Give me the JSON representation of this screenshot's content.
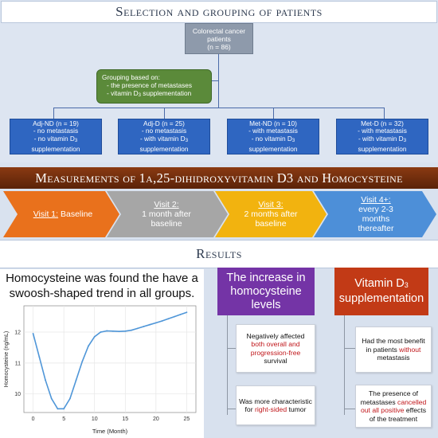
{
  "section1": {
    "title": "Selection and grouping of patients",
    "root": {
      "line1": "Colorectal cancer",
      "line2": "patients",
      "line3": "(n = 86)"
    },
    "grouping": {
      "line1": "Grouping based on:",
      "line2": "- the presence of metastases",
      "line3": "- vitamin D",
      "line3_sub": "3",
      "line3_tail": " supplementation"
    },
    "groups": [
      {
        "name": "Adj-ND (n = 19)",
        "l2": "- no metastasis",
        "l3": "- no vitamin D",
        "sub": "3",
        "l4": "supplementation"
      },
      {
        "name": "Adj-D (n = 25)",
        "l2": "- no metastasis",
        "l3": "- with vitamin D",
        "sub": "3",
        "l4": "supplementation"
      },
      {
        "name": "Met-ND (n = 10)",
        "l2": "- with metastasis",
        "l3": "- no vitamin D",
        "sub": "3",
        "l4": "supplementation"
      },
      {
        "name": "Met-D (n = 32)",
        "l2": "- with metastasis",
        "l3": "- with vitamin D",
        "sub": "3",
        "l4": "supplementation"
      }
    ]
  },
  "section2": {
    "title": "Measurements of 1α,25-dihidroxyvitamin D3 and Homocysteine",
    "visits": [
      {
        "label": "Visit 1:",
        "text": " Baseline",
        "color": "#e9711c"
      },
      {
        "label": "Visit 2:",
        "text": "1 month after baseline",
        "color": "#a6a6a6"
      },
      {
        "label": "Visit 3:",
        "text": "2 months after baseline",
        "color": "#f2b30f"
      },
      {
        "label": "Visit 4+:",
        "text": "every 2-3 months thereafter",
        "color": "#4d8fd8"
      }
    ]
  },
  "section3": {
    "title": "Results",
    "summary": "Homocysteine was found the have a swoosh-shaped trend in all groups.",
    "increase_title": "The increase in homocysteine levels",
    "vitd_title_a": "Vitamin D",
    "vitd_sub": "3",
    "vitd_title_b": "supplementation",
    "f1": {
      "a": "Negatively affected ",
      "red": "both overall and progression-free",
      "b": " survival"
    },
    "f2": {
      "a": "Was more characteristic for ",
      "red": "right-sided",
      "b": " tumor"
    },
    "f3": {
      "a": "Had the most benefit in patients ",
      "red": "without",
      "b": " metastasis"
    },
    "f4": {
      "a": "The presence of metastases ",
      "red": "cancelled out all positive",
      "b": " effects of the treatment"
    }
  },
  "chart_data": {
    "type": "line",
    "xlabel": "Time (Month)",
    "ylabel": "Homocysteine (ng/mL)",
    "xlim": [
      -1.5,
      26.5
    ],
    "ylim": [
      9.4,
      12.85
    ],
    "xticks": [
      0,
      5,
      10,
      15,
      20,
      25
    ],
    "yticks": [
      10,
      11,
      12
    ],
    "series": [
      {
        "values": [
          [
            0,
            11.95
          ],
          [
            1,
            11.2
          ],
          [
            2,
            10.45
          ],
          [
            3,
            9.85
          ],
          [
            4,
            9.52
          ],
          [
            5,
            9.52
          ],
          [
            6,
            9.85
          ],
          [
            7,
            10.45
          ],
          [
            8,
            11.05
          ],
          [
            9,
            11.55
          ],
          [
            10,
            11.85
          ],
          [
            11,
            12.0
          ],
          [
            12,
            12.04
          ],
          [
            13,
            12.03
          ],
          [
            14,
            12.02
          ],
          [
            15,
            12.03
          ],
          [
            16,
            12.06
          ],
          [
            17,
            12.12
          ],
          [
            18,
            12.18
          ],
          [
            19,
            12.24
          ],
          [
            20,
            12.3
          ],
          [
            21,
            12.36
          ],
          [
            22,
            12.43
          ],
          [
            23,
            12.5
          ],
          [
            24,
            12.57
          ],
          [
            25,
            12.64
          ]
        ]
      }
    ],
    "color": "#4f96d8",
    "grid": true
  }
}
